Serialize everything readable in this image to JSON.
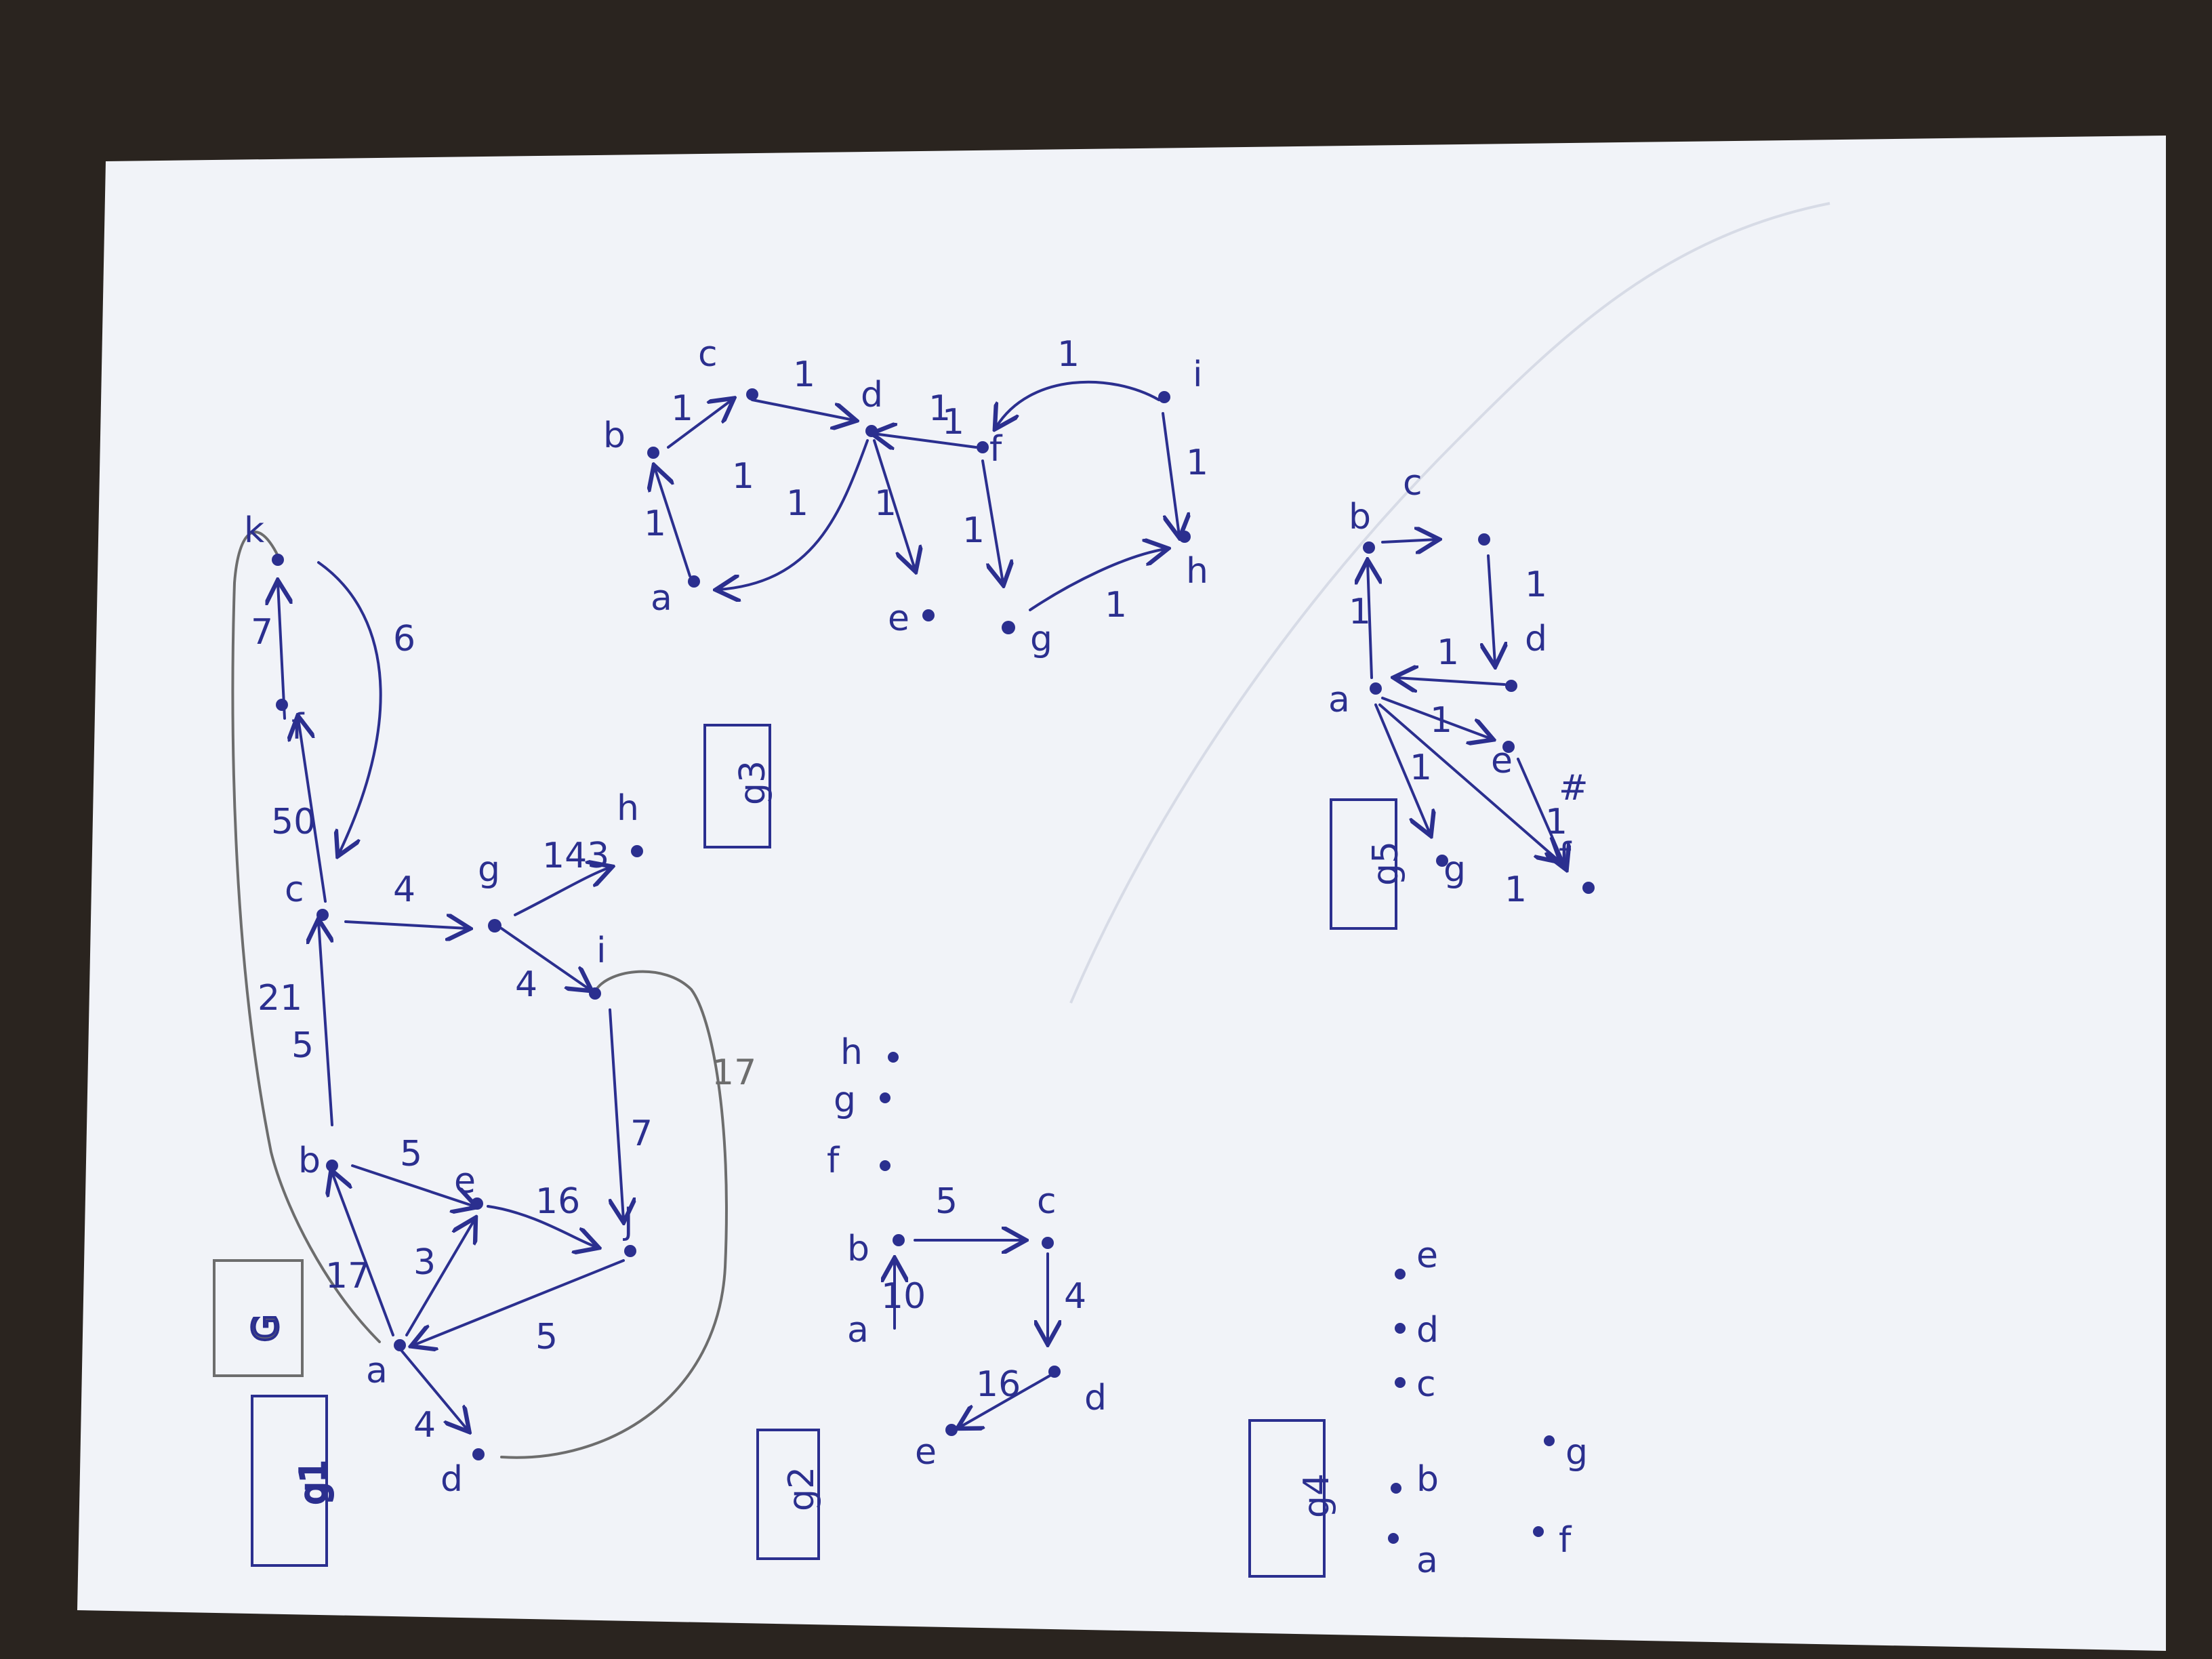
{
  "photo": {
    "subject": "hand-drawn directed weighted graphs on a sheet of paper",
    "colors": {
      "background": "#2a241f",
      "paper": "#f1f3f8",
      "ink_blue": "#2b2f8f",
      "ink_gray": "#6d6d6d"
    }
  },
  "boxes": [
    {
      "id": "g1",
      "text": "g1"
    },
    {
      "id": "G",
      "text": "G"
    },
    {
      "id": "g2",
      "text": "g2"
    },
    {
      "id": "g3",
      "text": "g3"
    },
    {
      "id": "g4",
      "text": "g4"
    },
    {
      "id": "g5",
      "text": "g5"
    }
  ],
  "graph_g1": {
    "nodes": [
      "a",
      "b",
      "c",
      "d",
      "e",
      "f",
      "g",
      "h",
      "i",
      "j",
      "k"
    ],
    "weights": [
      "4",
      "17",
      "3",
      "5",
      "5",
      "5",
      "16",
      "21",
      "50",
      "4",
      "4",
      "143",
      "7",
      "17",
      "6",
      "7"
    ]
  },
  "graph_g2": {
    "nodes": [
      "a",
      "b",
      "c",
      "d",
      "e",
      "f",
      "g",
      "h"
    ],
    "weights": [
      "10",
      "5",
      "4",
      "16"
    ]
  },
  "graph_g3": {
    "nodes": [
      "a",
      "b",
      "c",
      "d",
      "e",
      "f",
      "g",
      "h",
      "i"
    ],
    "weights": [
      "1",
      "1",
      "1",
      "1",
      "1",
      "1",
      "1",
      "1",
      "1",
      "1",
      "1",
      "1"
    ]
  },
  "graph_g4": {
    "nodes": [
      "a",
      "b",
      "c",
      "d",
      "e",
      "f",
      "g"
    ]
  },
  "graph_g5": {
    "nodes": [
      "a",
      "b",
      "c",
      "d",
      "e",
      "f",
      "g"
    ],
    "weights": [
      "1",
      "1",
      "1",
      "1",
      "1",
      "1",
      "1"
    ],
    "scribble": "#"
  }
}
